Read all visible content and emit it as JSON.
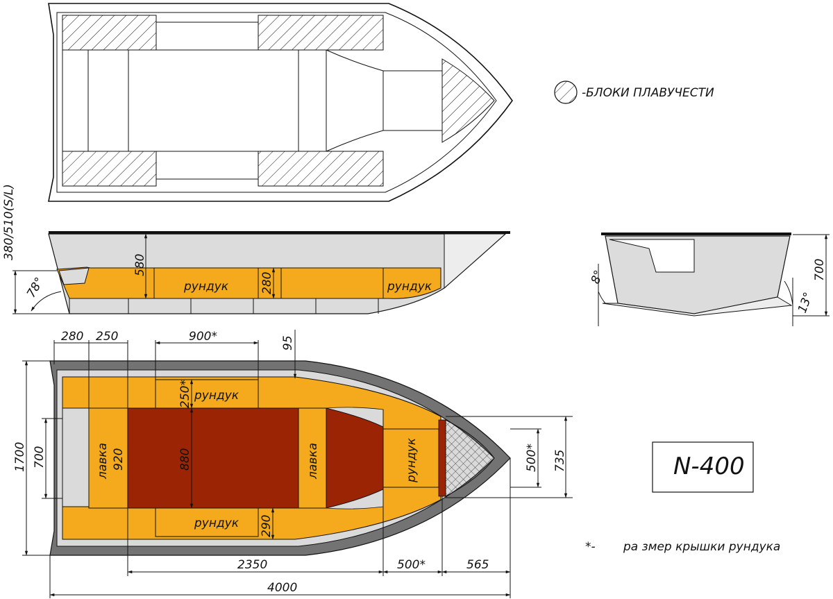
{
  "legend": {
    "float_blocks": "-БЛОКИ ПЛАВУЧЕСТИ"
  },
  "model": "N-400",
  "note": {
    "mark": "*-",
    "text": "ра змер крышки рундука"
  },
  "side_view": {
    "transom_height": "380/510(S/L)",
    "transom_angle": "78°",
    "height_580": "580",
    "box_label_1": "рундук",
    "box_label_2": "рундук",
    "dim_280": "280"
  },
  "section_view": {
    "angle_8": "8°",
    "angle_13": "13°",
    "height_700": "700"
  },
  "plan_view": {
    "dim_280": "280",
    "dim_250": "250",
    "dim_900": "900*",
    "dim_95": "95",
    "dim_250_star": "250*",
    "box_top": "рундук",
    "box_bottom": "рундук",
    "box_bow": "рундук",
    "bench_stern": "лавка",
    "dim_920": "920",
    "dim_880": "880",
    "bench_mid": "лавка",
    "dim_290": "290",
    "dim_500_star_v": "500*",
    "dim_735": "735",
    "dim_1700": "1700",
    "dim_700": "700",
    "dim_2350": "2350",
    "dim_500_star_h": "500*",
    "dim_565": "565",
    "dim_4000": "4000"
  },
  "colors": {
    "orange": "#f4aa1c",
    "dark_red": "#9b2404",
    "hull_gray": "#737373",
    "light_gray": "#dadada",
    "line": "#111111"
  }
}
